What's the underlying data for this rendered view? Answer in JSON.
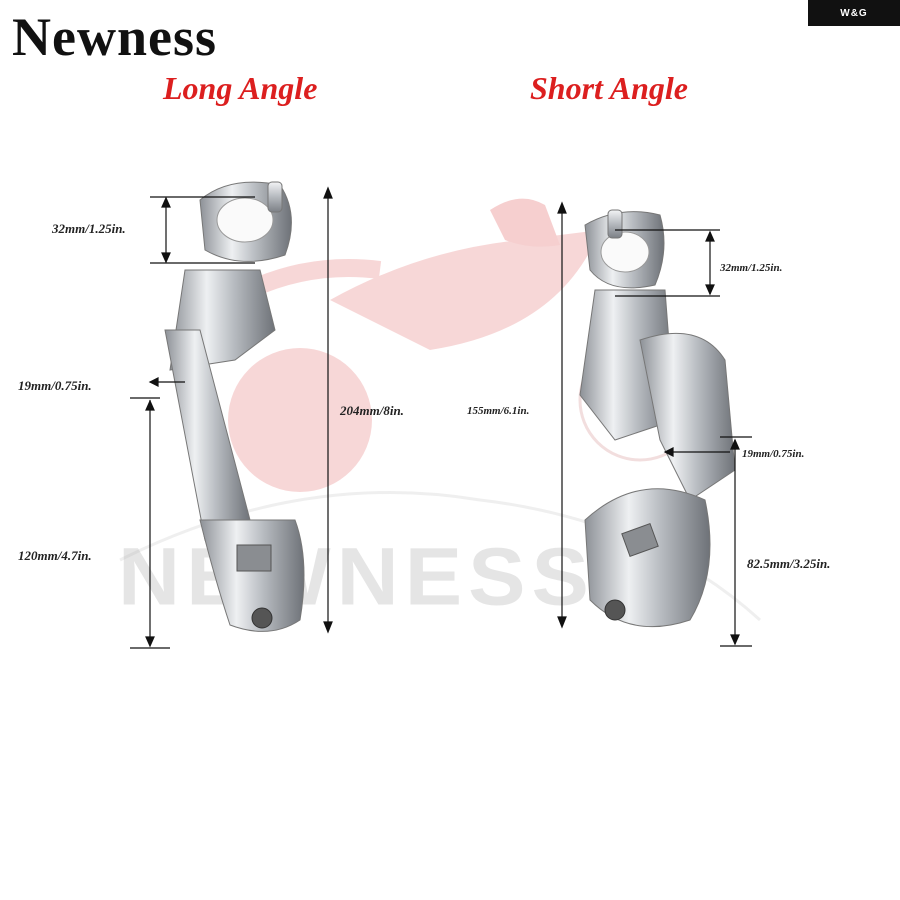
{
  "brand": {
    "name": "Newness"
  },
  "badge": {
    "text": "W&G"
  },
  "long": {
    "title": "Long Angle",
    "dims": {
      "clamp": "32mm/1.25in.",
      "neck": "19mm/0.75in.",
      "arm": "120mm/4.7in.",
      "total": "204mm/8in."
    }
  },
  "short": {
    "title": "Short Angle",
    "dims": {
      "total": "155mm/6.1in.",
      "clamp": "32mm/1.25in.",
      "neck": "19mm/0.75in.",
      "arm": "82.5mm/3.25in."
    }
  },
  "watermark": {
    "text": "NEWNESS"
  },
  "colors": {
    "title_red": "#dc1f1f",
    "chrome": "#c9ccd0",
    "watermark_red": "#f2b8b8"
  }
}
